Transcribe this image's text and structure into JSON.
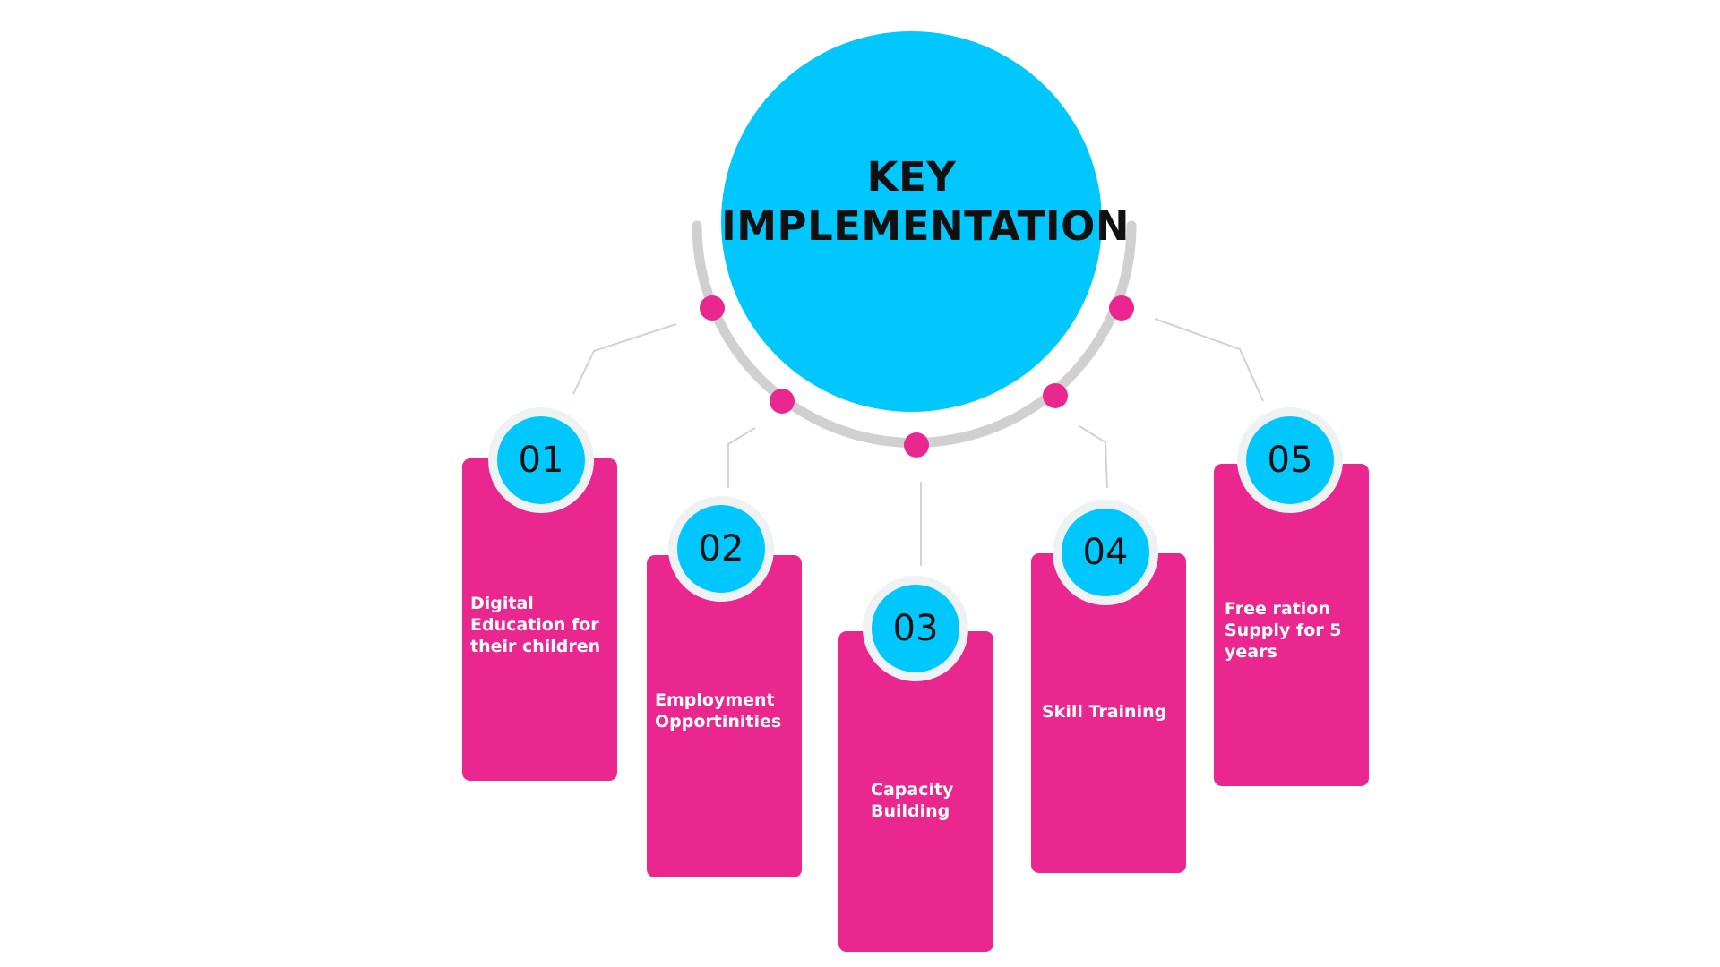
{
  "title": {
    "line1": "KEY",
    "line2": "IMPLEMENTATION"
  },
  "steps": [
    {
      "number": "01",
      "label": "Digital Education for their children"
    },
    {
      "number": "02",
      "label": "Employment Opportinities"
    },
    {
      "number": "03",
      "label": "Capacity Building"
    },
    {
      "number": "04",
      "label": "Skill Training"
    },
    {
      "number": "05",
      "label": "Free ration Supply for 5 years"
    }
  ],
  "colors": {
    "hub": "#00c8ff",
    "card": "#e9278e",
    "badge": "#00c8ff",
    "badge_ring": "#eef2f3",
    "arc": "#d0d0d0",
    "dot": "#e9278e",
    "connector": "#d2d2d2"
  }
}
